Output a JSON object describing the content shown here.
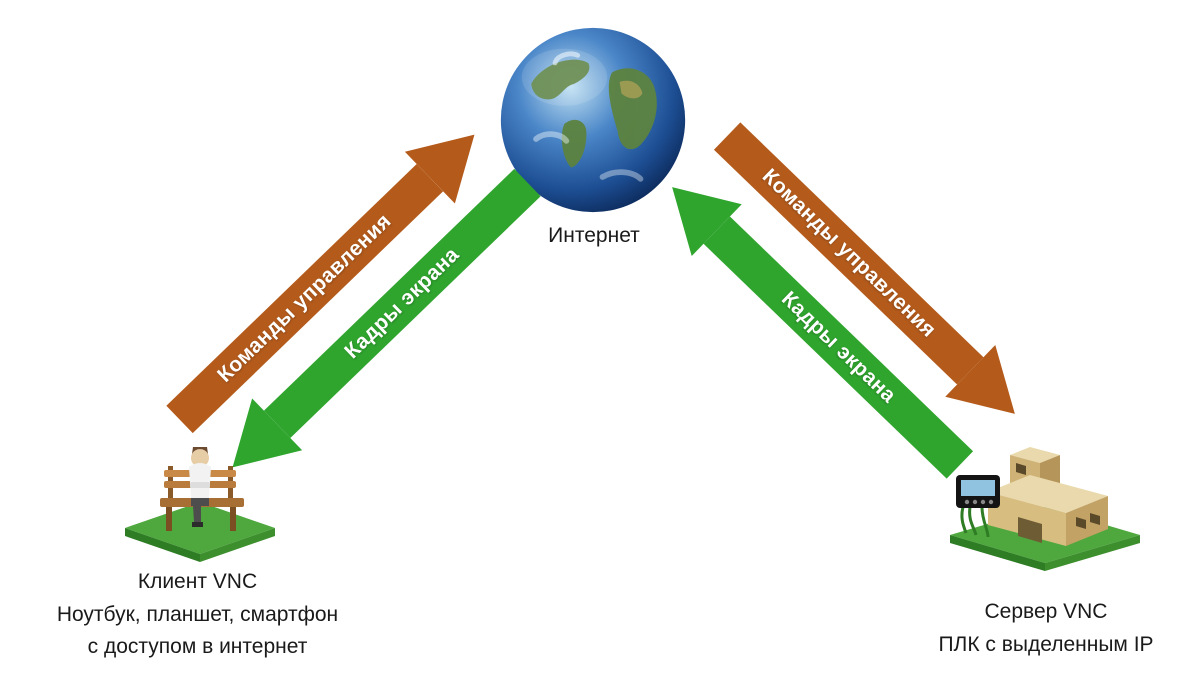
{
  "colors": {
    "commands_arrow": "#b45b1c",
    "frames_arrow": "#2fa52e",
    "platform_green": "#4fa83e",
    "text": "#1a1a1a"
  },
  "internet": {
    "label": "Интернет"
  },
  "arrows": {
    "left_commands": {
      "label": "Команды управления",
      "direction": "client-to-internet"
    },
    "left_frames": {
      "label": "Кадры экрана",
      "direction": "internet-to-client"
    },
    "right_commands": {
      "label": "Команды управления",
      "direction": "internet-to-server"
    },
    "right_frames": {
      "label": "Кадры экрана",
      "direction": "server-to-internet"
    }
  },
  "client": {
    "title": "Клиент VNC",
    "line2": "Ноутбук, планшет, смартфон",
    "line3": "с доступом в интернет"
  },
  "server": {
    "title": "Сервер VNC",
    "line2": "ПЛК с выделенным IP"
  }
}
